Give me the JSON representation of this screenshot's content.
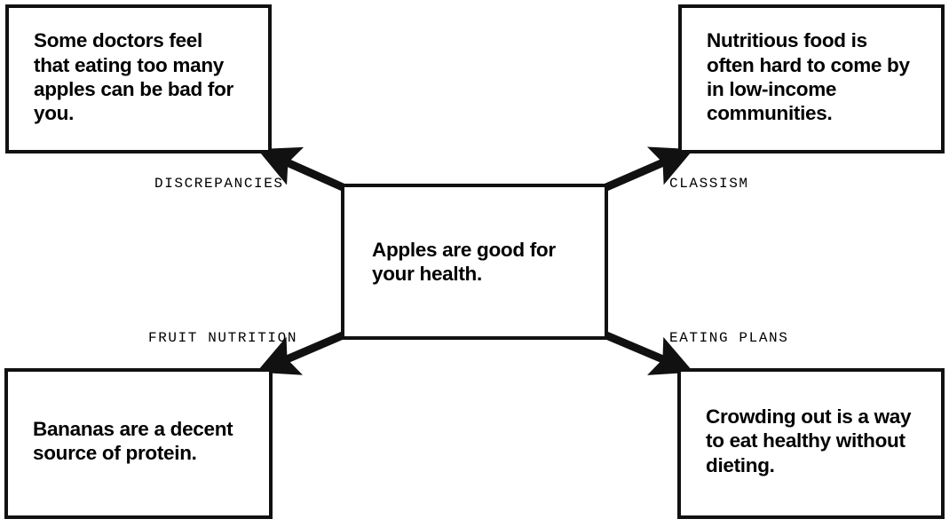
{
  "diagram": {
    "type": "concept-map",
    "title": "Apples are good for your health.",
    "center": {
      "id": "center",
      "text": "Apples are good for\nyour health."
    },
    "nodes": [
      {
        "id": "top-left",
        "text": "Some doctors feel\nthat eating too many\napples can be bad for\nyou.",
        "edge_label": "DISCREPANCIES"
      },
      {
        "id": "top-right",
        "text": "Nutritious food is\noften hard to come by\nin low-income\ncommunities.",
        "edge_label": "CLASSISM"
      },
      {
        "id": "bottom-left",
        "text": "Bananas are a decent\nsource of protein.",
        "edge_label": "FRUIT NUTRITION"
      },
      {
        "id": "bottom-right",
        "text": "Crowding out is a way\nto eat healthy without\ndieting.",
        "edge_label": "EATING PLANS"
      }
    ],
    "colors": {
      "stroke": "#111111",
      "background": "#ffffff",
      "text": "#000000"
    }
  }
}
